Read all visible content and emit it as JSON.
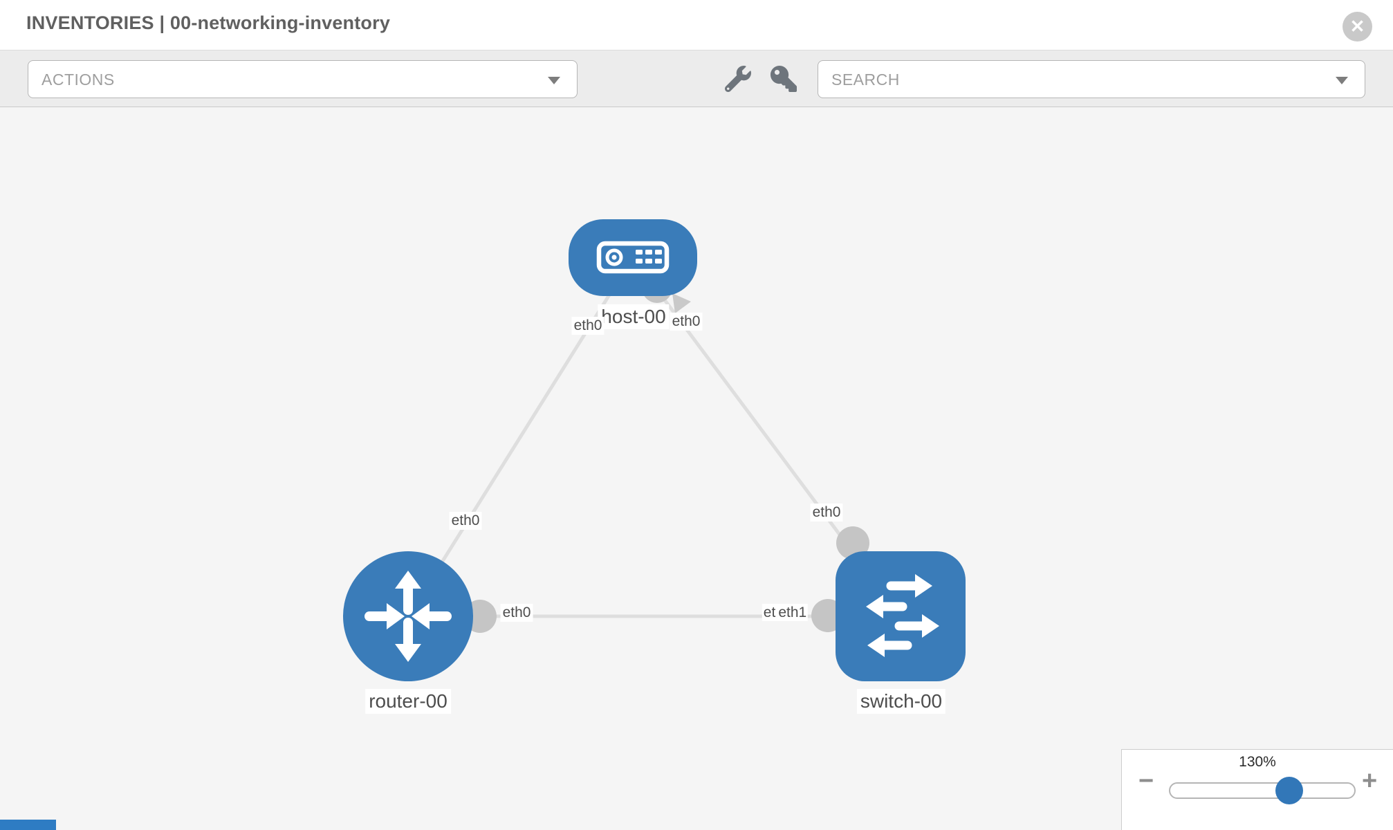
{
  "header": {
    "title": "INVENTORIES | 00-networking-inventory"
  },
  "toolbar": {
    "actions_label": "ACTIONS",
    "search_label": "SEARCH"
  },
  "topology": {
    "nodes": [
      {
        "id": "host-00",
        "type": "host",
        "label": "host-00"
      },
      {
        "id": "router-00",
        "type": "router",
        "label": "router-00"
      },
      {
        "id": "switch-00",
        "type": "switch",
        "label": "switch-00"
      }
    ],
    "interface_labels": {
      "host_left": "eth0",
      "host_right": "eth0",
      "router_top": "eth0",
      "switch_top": "eth0",
      "router_right": "eth0",
      "switch_left_clipped": "et",
      "switch_left": "eth1"
    },
    "links": [
      {
        "from": "router-00",
        "from_interface": "eth0",
        "to": "host-00",
        "to_interface": "eth0"
      },
      {
        "from": "switch-00",
        "from_interface": "eth0",
        "to": "host-00",
        "to_interface": "eth0"
      },
      {
        "from": "router-00",
        "from_interface": "eth0",
        "to": "switch-00",
        "to_interface": "eth1"
      }
    ]
  },
  "zoom_control": {
    "level": "130%",
    "minus_label": "−",
    "plus_label": "+"
  },
  "colors": {
    "node_blue": "#3a7cb9",
    "link_gray": "#dedede",
    "interface_dot_gray": "#c5c5c5",
    "toolbar_gray": "#ececec",
    "canvas_gray": "#f5f5f5"
  }
}
